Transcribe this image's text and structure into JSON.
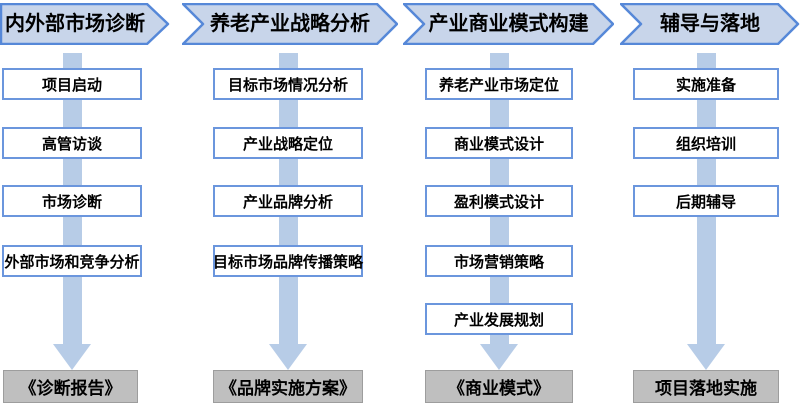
{
  "colors": {
    "header_fill": "#c8d5ea",
    "header_border": "#5688d8",
    "box_border": "#6b96dd",
    "box_fill": "#ffffff",
    "arrow_fill": "#b7cce7",
    "deliverable_fill": "#bfbfbf",
    "deliverable_border": "#9d9d9d",
    "text": "#000000",
    "background": "#ffffff"
  },
  "columns": [
    {
      "header": "内外部市场诊断",
      "steps": [
        "项目启动",
        "高管访谈",
        "市场诊断",
        "外部市场和竞争分析"
      ],
      "deliverable": "《诊断报告》"
    },
    {
      "header": "养老产业战略分析",
      "steps": [
        "目标市场情况分析",
        "产业战略定位",
        "产业品牌分析",
        "目标市场品牌传播策略"
      ],
      "deliverable": "《品牌实施方案》"
    },
    {
      "header": "产业商业模式构建",
      "steps": [
        "养老产业市场定位",
        "商业模式设计",
        "盈利模式设计",
        "市场营销策略",
        "产业发展规划"
      ],
      "deliverable": "《商业模式》"
    },
    {
      "header": "辅导与落地",
      "steps": [
        "实施准备",
        "组织培训",
        "后期辅导"
      ],
      "deliverable": "项目落地实施"
    }
  ]
}
